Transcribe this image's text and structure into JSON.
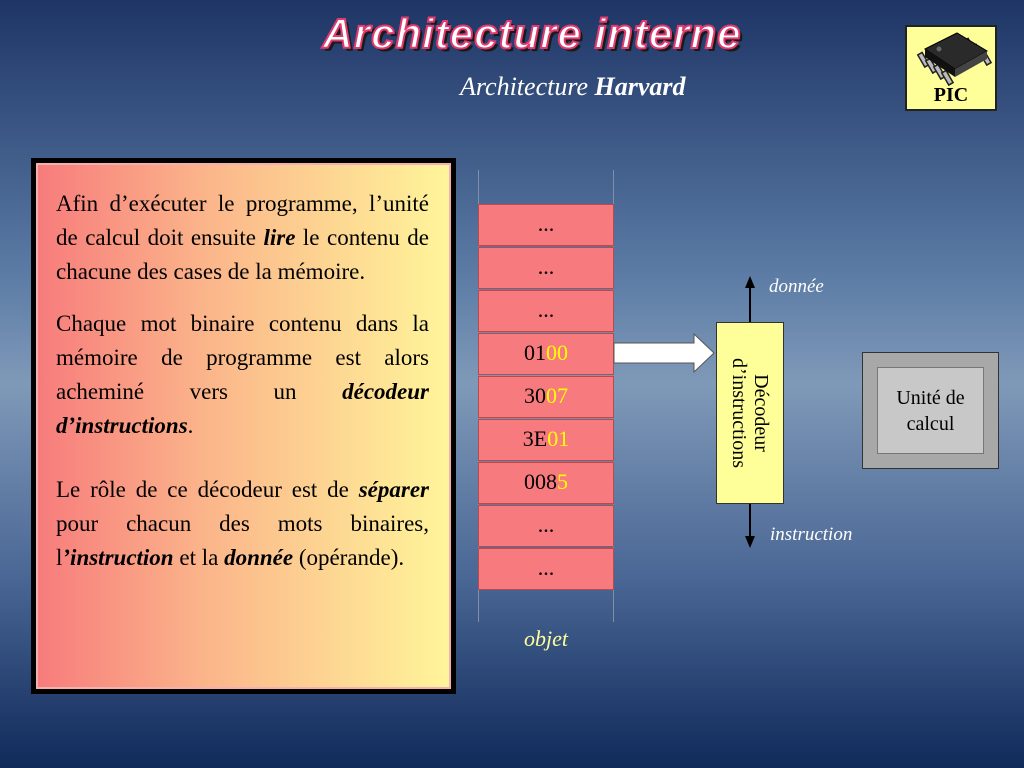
{
  "header": {
    "title": "Architecture interne",
    "subtitle_prefix": "Architecture ",
    "subtitle_bold": "Harvard"
  },
  "logo": {
    "label": "PIC"
  },
  "explanation": {
    "p1": [
      {
        "t": "Afin d’exécuter le programme, l’unité de calcul doit ensuite "
      },
      {
        "t": "lire",
        "s": "bi"
      },
      {
        "t": " le contenu de chacune des cases de la mémoire."
      }
    ],
    "p2": [
      {
        "t": "Chaque mot binaire contenu dans la mémoire de programme est alors acheminé vers un "
      },
      {
        "t": "décodeur d’instructions",
        "s": "bi"
      },
      {
        "t": "."
      }
    ],
    "p3": [
      {
        "t": "Le rôle de ce décodeur est de "
      },
      {
        "t": "séparer",
        "s": "bi"
      },
      {
        "t": " pour chacun des mots binaires, l"
      },
      {
        "t": "’instruction",
        "s": "bi"
      },
      {
        "t": " et la "
      },
      {
        "t": "donnée",
        "s": "bi"
      },
      {
        "t": " (opérande)."
      }
    ]
  },
  "memory": {
    "cells": [
      {
        "a": "...",
        "b": ""
      },
      {
        "a": "...",
        "b": ""
      },
      {
        "a": "...",
        "b": ""
      },
      {
        "a": "01",
        "b": "00"
      },
      {
        "a": "30",
        "b": "07"
      },
      {
        "a": "3E",
        "b": "01"
      },
      {
        "a": "008",
        "b": "5"
      },
      {
        "a": "...",
        "b": ""
      },
      {
        "a": "...",
        "b": ""
      }
    ],
    "caption": "objet"
  },
  "decoder": {
    "line1": "Décodeur",
    "line2": "d’instructions"
  },
  "outputs": {
    "data_label": "donnée",
    "instruction_label": "instruction"
  },
  "calc_unit": {
    "line1": "Unité de",
    "line2": "calcul"
  },
  "colors": {
    "memory_cell": "#f77b7e",
    "highlight_digits": "#ffff00",
    "decoder_fill": "#ffff99",
    "title_outline": "#e03a6e"
  }
}
